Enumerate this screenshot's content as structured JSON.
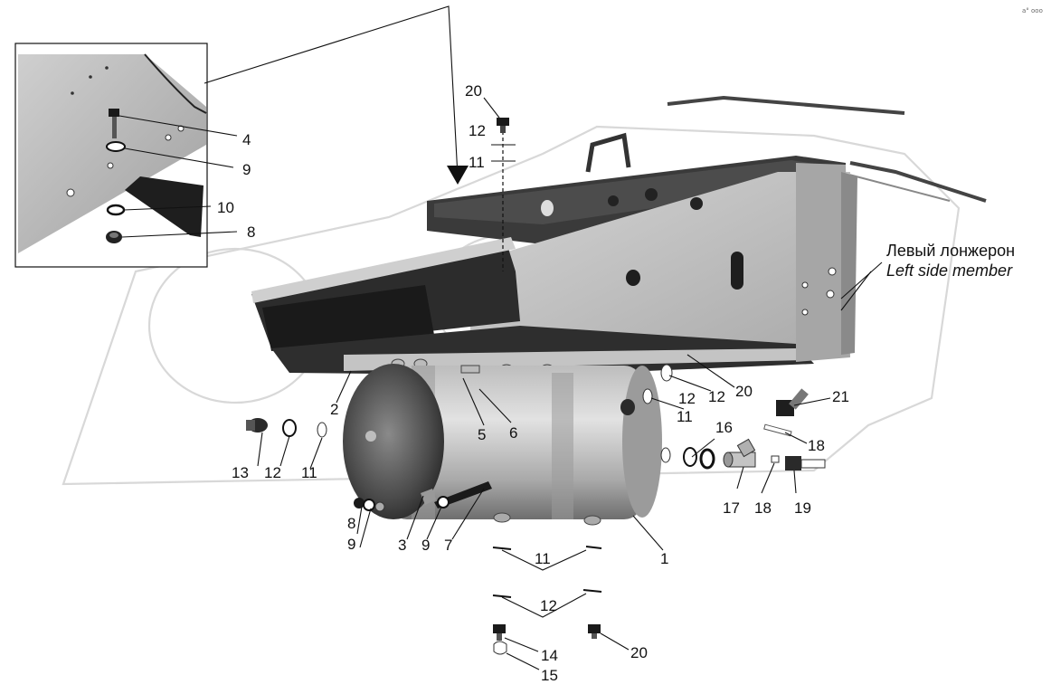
{
  "corner_mark": "a° ooo",
  "caption": {
    "ru": "Левый лонжерон",
    "en": "Left side member"
  },
  "callouts": [
    "1",
    "2",
    "3",
    "4",
    "5",
    "6",
    "7",
    "8",
    "8",
    "9",
    "9",
    "9",
    "10",
    "11",
    "11",
    "11",
    "11",
    "12",
    "12",
    "12",
    "12",
    "12",
    "13",
    "14",
    "15",
    "16",
    "17",
    "18",
    "18",
    "19",
    "20",
    "20",
    "20",
    "21"
  ],
  "colors": {
    "background": "#ffffff",
    "ink": "#111111",
    "metal_light": "#c8c8c8",
    "metal_dark": "#3a3a3a",
    "watermark": "#d8d8d8"
  },
  "icons": [
    "down-arrow-icon"
  ]
}
